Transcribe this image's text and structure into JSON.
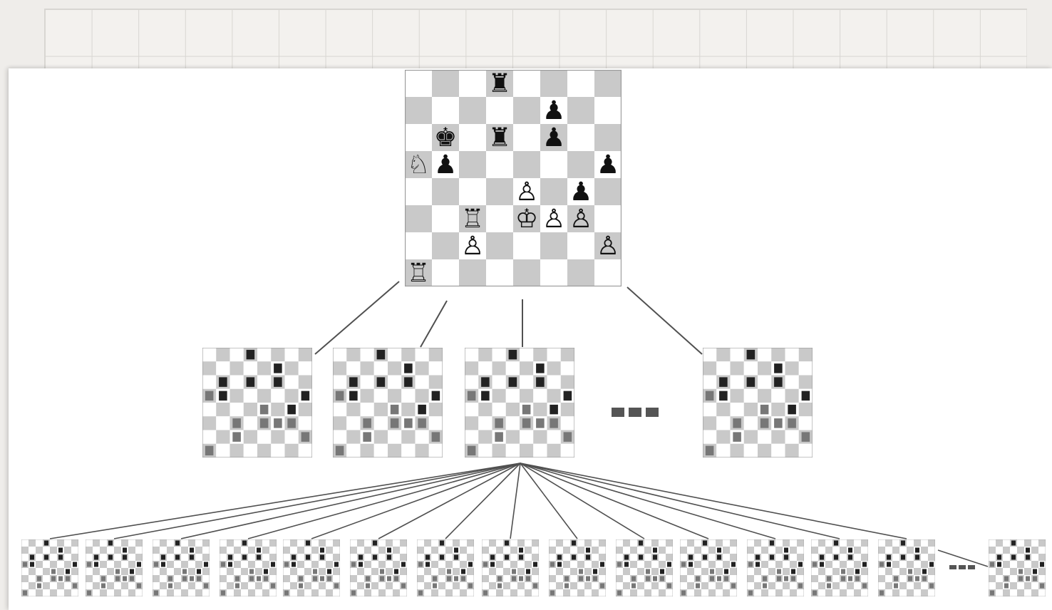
{
  "root_position": {
    "black_rooks": [
      "d8",
      "d6"
    ],
    "black_king": "b6",
    "black_pawns": [
      "f7",
      "f6",
      "b5",
      "h5",
      "g4"
    ],
    "white_knight": "a5",
    "white_king": "e3",
    "white_rooks": [
      "c3",
      "a1"
    ],
    "white_pawns": [
      "e4",
      "f3",
      "g3",
      "c2",
      "h2"
    ]
  },
  "levels": {
    "level1_shown": 4,
    "level2_shown": 15
  },
  "icons": {
    "ellipsis": "more-branches-icon"
  },
  "colors": {
    "light_square": "#ffffff",
    "dark_square": "#c9c9c9",
    "edge_line": "#505050"
  }
}
